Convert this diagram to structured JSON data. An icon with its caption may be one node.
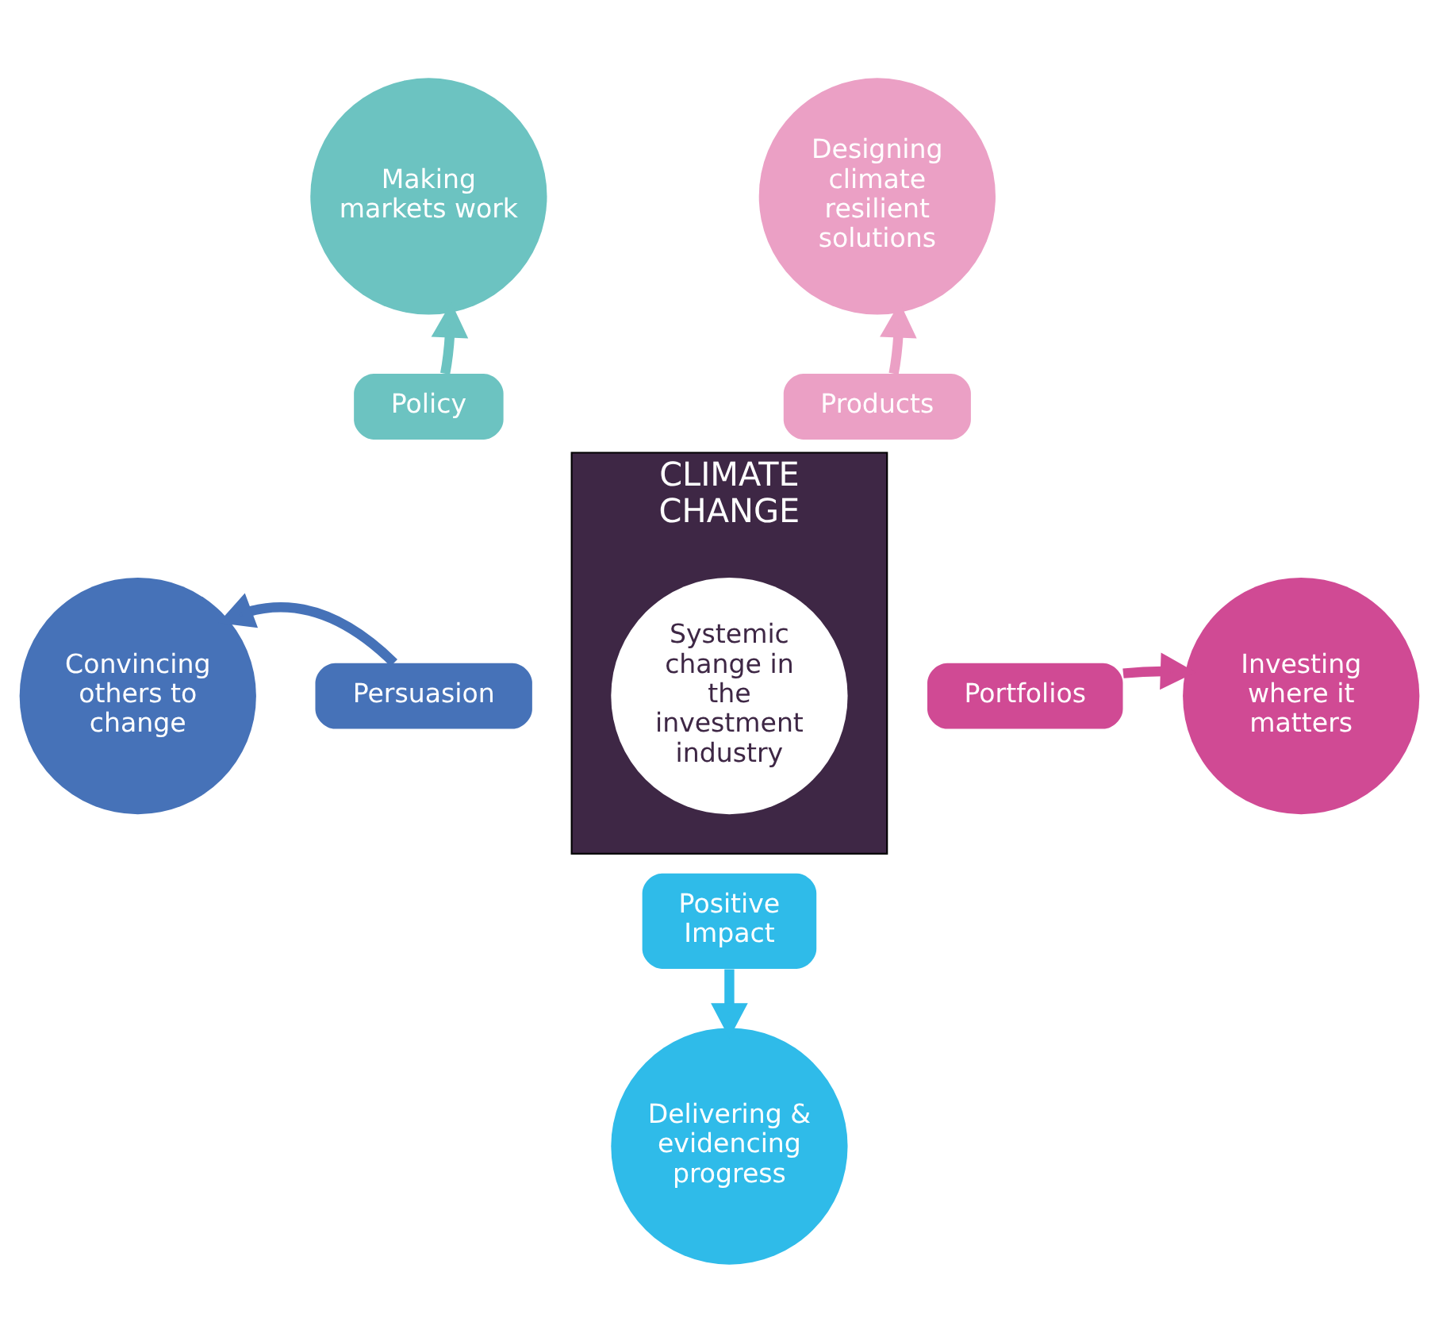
{
  "diagram": {
    "nodes": [
      {
        "text": [
          "CLIMATE CHANGE"
        ]
      },
      {
        "text": [
          "Systemic change in the investment industry"
        ],
        "in": 0
      },
      {
        "text": [
          "Policy"
        ]
      },
      {
        "text": [
          "Making markets work"
        ]
      },
      {
        "text": [
          "Products"
        ]
      },
      {
        "text": [
          "Designing climate resilient solutions"
        ]
      },
      {
        "text": [
          "Persuasion"
        ]
      },
      {
        "text": [
          "Convincing others to change"
        ]
      },
      {
        "text": [
          "Portfolios"
        ]
      },
      {
        "text": [
          "Investing where it matters"
        ]
      },
      {
        "text": [
          "Positive Impact"
        ]
      },
      {
        "text": [
          "Delivering & evidencing progress"
        ]
      }
    ],
    "edges": [
      {
        "from": 2,
        "to": 3,
        "arrow": "to",
        "color": "#6cc3c1"
      },
      {
        "from": 4,
        "to": 5,
        "arrow": "to",
        "color": "#eba0c5"
      },
      {
        "from": 6,
        "to": 7,
        "arrow": "to",
        "color": "#4672b8"
      },
      {
        "from": 8,
        "to": 9,
        "arrow": "to",
        "color": "#d04a94"
      },
      {
        "from": 10,
        "to": 11,
        "arrow": "to",
        "color": "#2fbbe9"
      }
    ]
  }
}
